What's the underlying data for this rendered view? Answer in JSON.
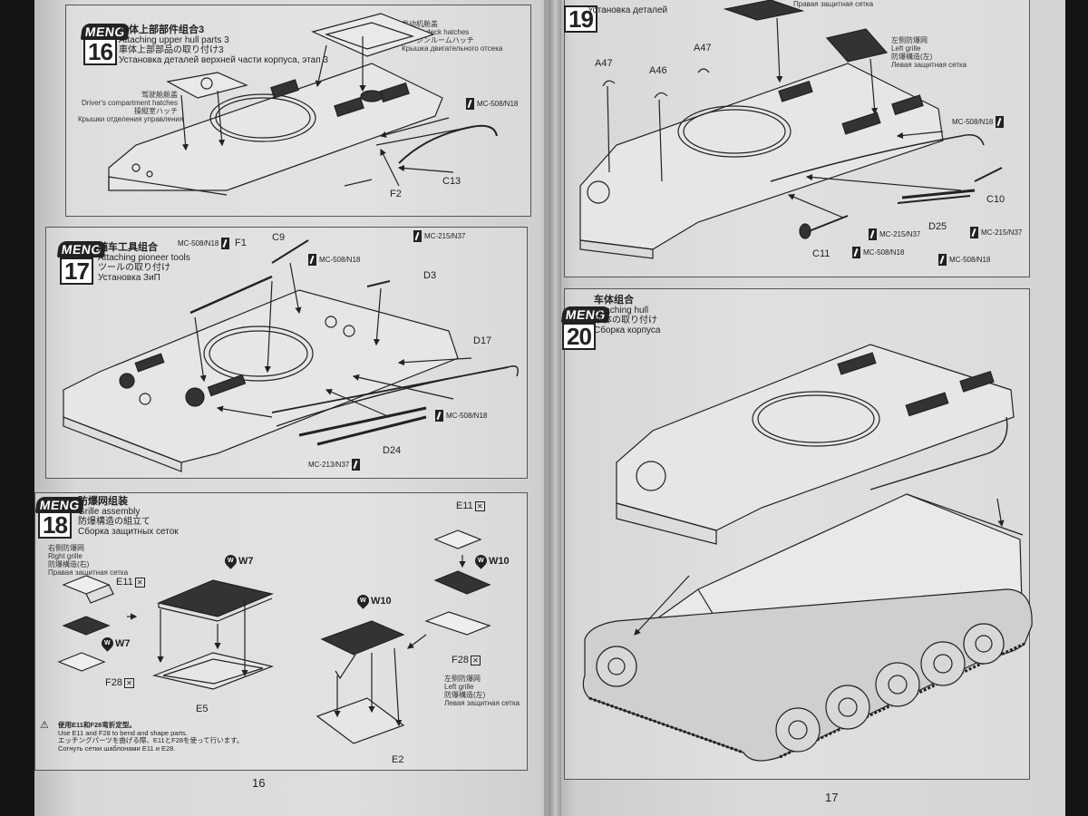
{
  "page_numbers": {
    "left": "16",
    "right": "17"
  },
  "brand": "MENG",
  "steps": {
    "s16": {
      "number": "16",
      "zh": "车体上部部件组合3",
      "en": "Attaching upper hull parts 3",
      "ja": "車体上部部品の取り付け3",
      "ru": "Установка деталей верхней части корпуса, этап 3"
    },
    "s17": {
      "number": "17",
      "zh": "随车工具组合",
      "en": "Attaching pioneer tools",
      "ja": "ツールの取り付け",
      "ru": "Установка ЗиП"
    },
    "s18": {
      "number": "18",
      "zh": "防爆网组装",
      "en": "Grille assembly",
      "ja": "防爆構造の組立て",
      "ru": "Сборка защитных сеток"
    },
    "s19": {
      "number": "19",
      "ru": "Установка деталей"
    },
    "s20": {
      "number": "20",
      "zh": "车体组合",
      "en": "Attaching hull",
      "ja": "車体の取り付け",
      "ru": "Сборка корпуса"
    }
  },
  "step16_callouts": {
    "engine_hatches": {
      "zh": "发动机舱盖",
      "en": "Engine deck hatches",
      "ja": "エンジンルームハッチ",
      "ru": "Крышка двигательного отсека"
    },
    "driver_hatches": {
      "zh": "驾驶舱舱盖",
      "en": "Driver's compartment hatches",
      "ja": "操縦室ハッチ",
      "ru": "Крышки отделения управления"
    },
    "paint": "MC-508/N18",
    "parts": [
      "F2",
      "C13"
    ]
  },
  "step17_callouts": {
    "paints": [
      "MC-508/N18",
      "MC-508/N18",
      "MC-215/N37",
      "MC-508/N18",
      "MC-213/N37"
    ],
    "parts": [
      "F1",
      "C9",
      "D3",
      "D17",
      "D24"
    ]
  },
  "step18_callouts": {
    "right_grille": {
      "zh": "右侧防爆网",
      "en": "Right grille",
      "ja": "防爆構造(右)",
      "ru": "Правая защитная сетка"
    },
    "left_grille": {
      "zh": "左侧防爆网",
      "en": "Left grille",
      "ja": "防爆構造(左)",
      "ru": "Левая защитная сетка"
    },
    "parts": [
      "E11",
      "F28",
      "E5",
      "E2",
      "E11",
      "F28"
    ],
    "paint_codes": [
      "W7",
      "W7",
      "W10",
      "W10"
    ],
    "note": {
      "zh": "使用E11和F28弯折定型。",
      "en": "Use E11 and F28 to bend and shape parts.",
      "ja": "エッチングパーツを曲げる際、E11とF28を使って行います。",
      "ru": "Согнуть сетки шаблонами E11 и E28."
    }
  },
  "step19_callouts": {
    "right_grille": {
      "ru": "Правая защитная сетка"
    },
    "left_grille": {
      "zh": "左侧防爆网",
      "en": "Left grille",
      "ja": "防爆構造(左)",
      "ru": "Левая защитная сетка"
    },
    "parts": [
      "A47",
      "A47",
      "A46",
      "C10",
      "D25",
      "C11"
    ],
    "paints": [
      "MC-508/N18",
      "MC-215/N37",
      "MC-215/N37",
      "MC-508/N18",
      "MC-508/N18"
    ]
  }
}
